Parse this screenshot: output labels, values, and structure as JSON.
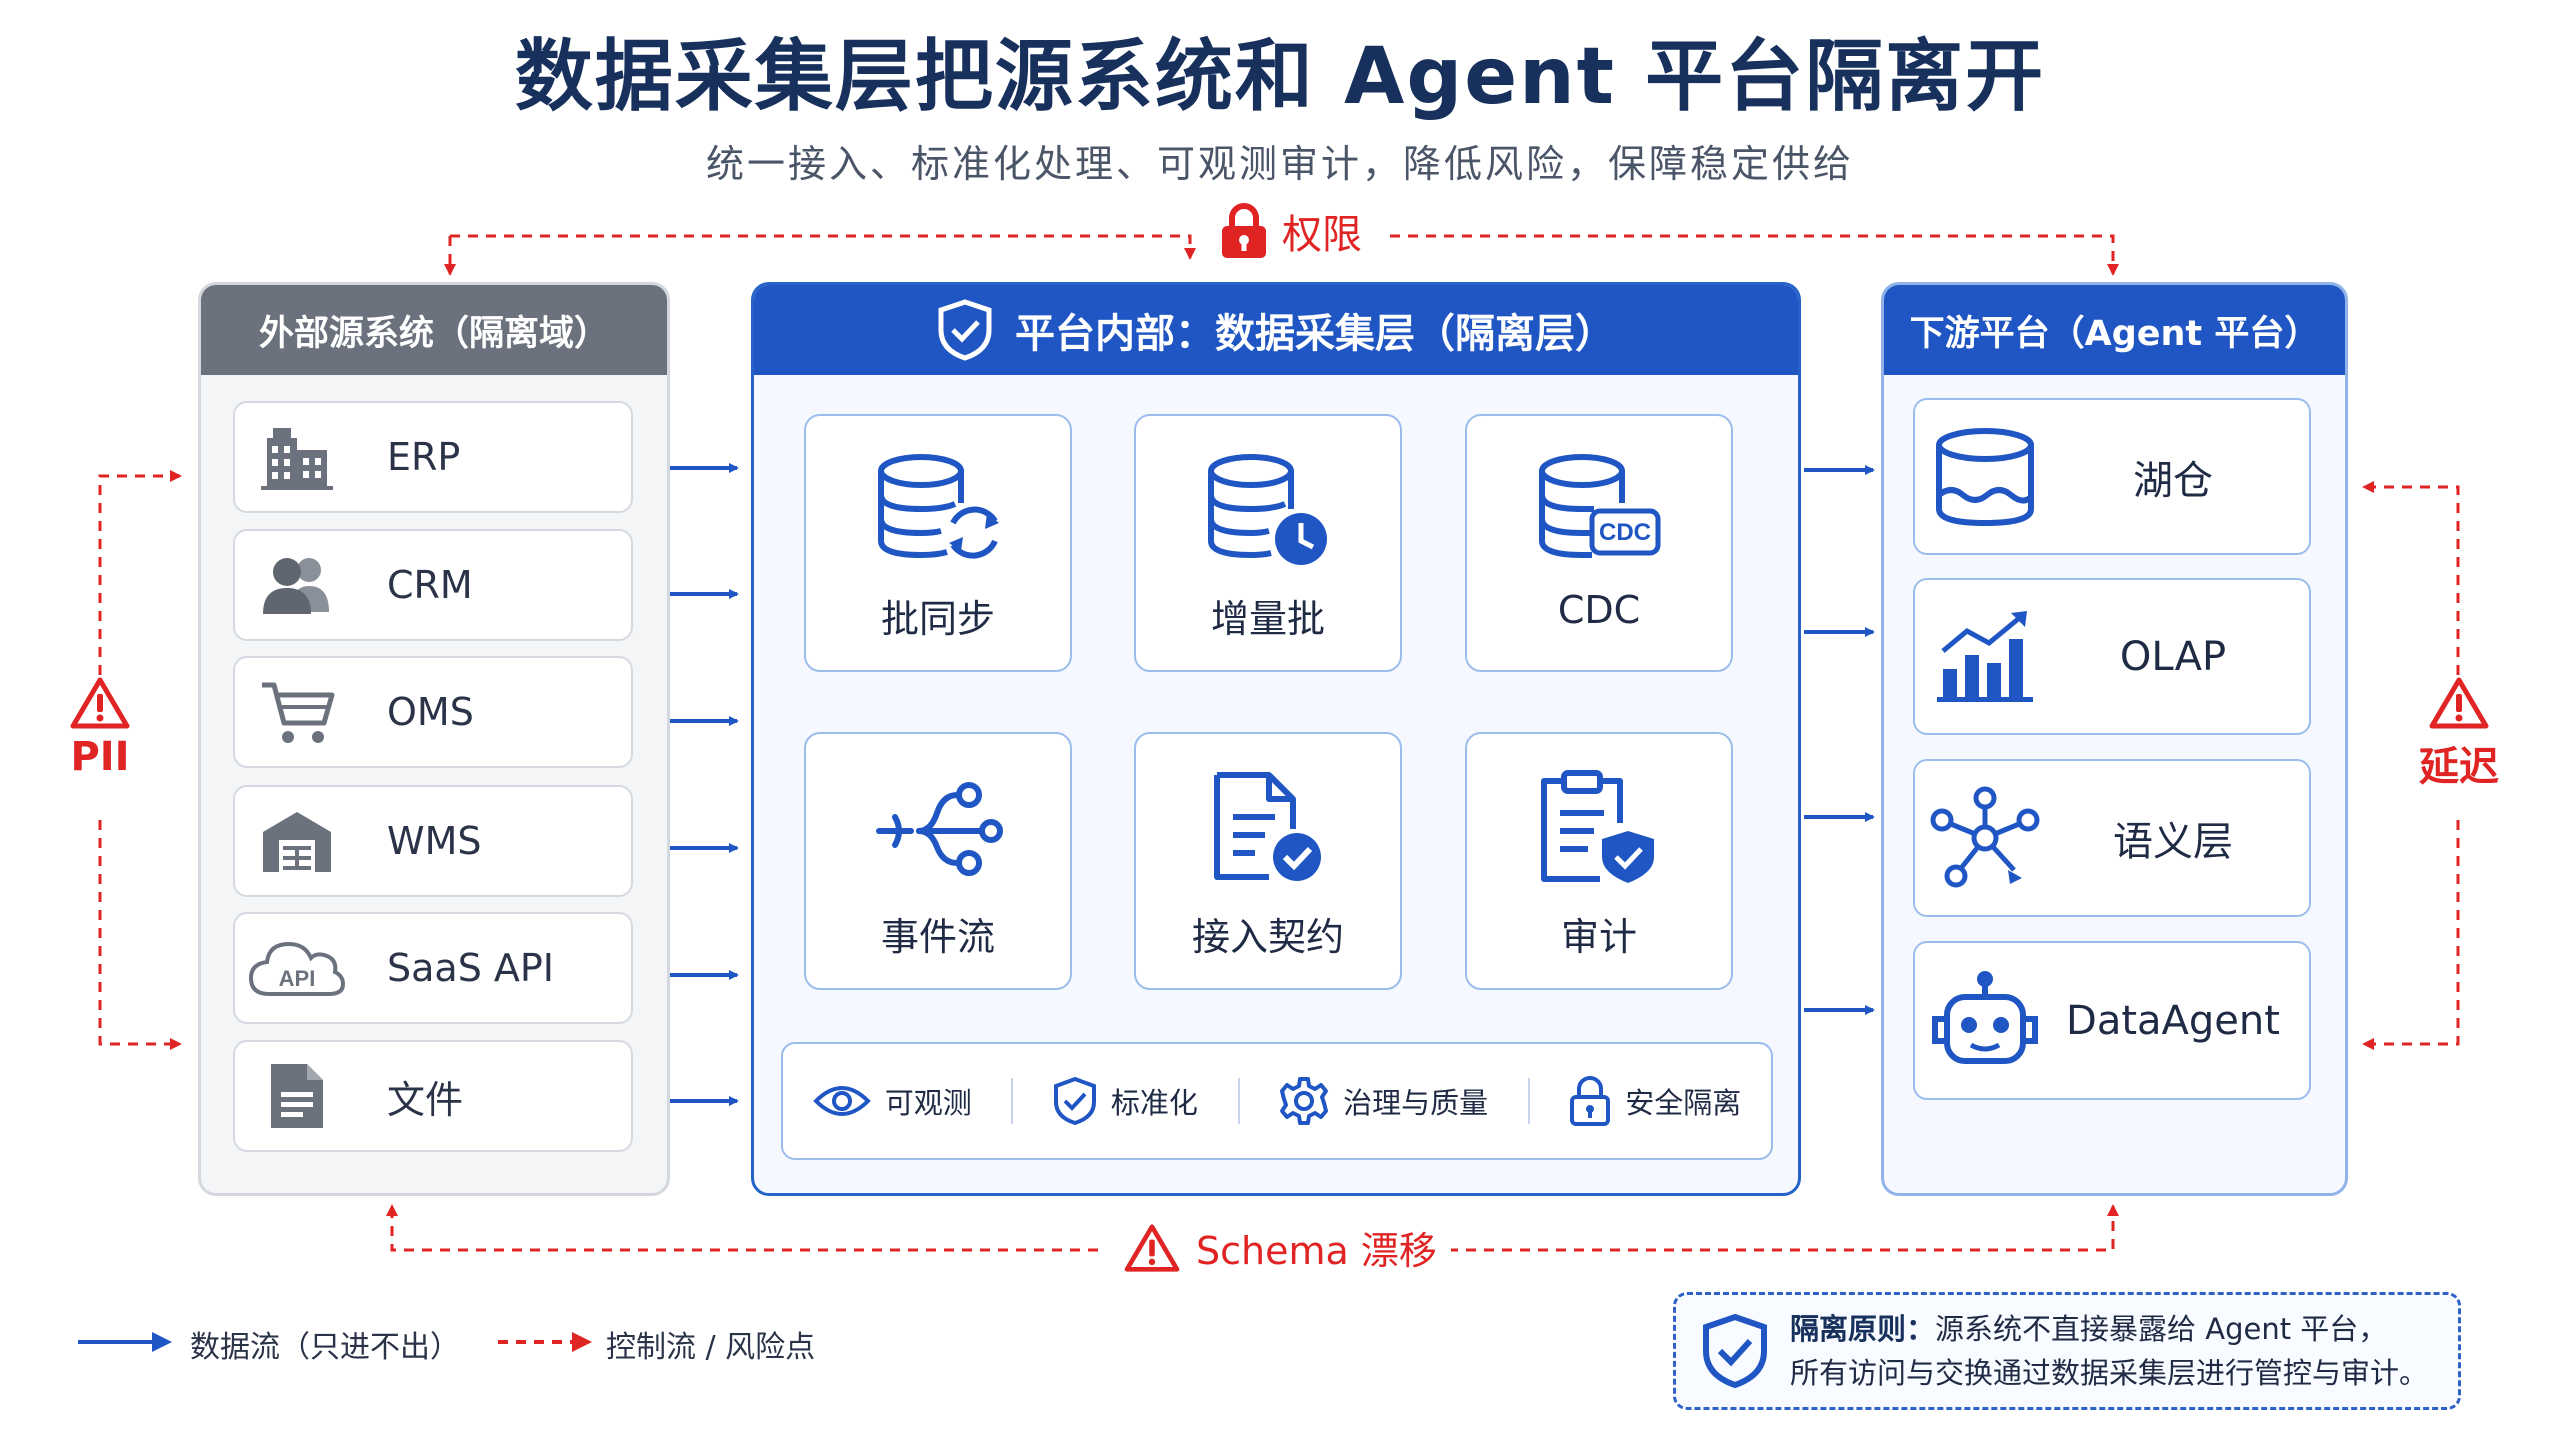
{
  "title": "数据采集层把源系统和 Agent 平台隔离开",
  "subtitle": "统一接入、标准化处理、可观测审计，降低风险，保障稳定供给",
  "top_risk": "权限",
  "bottom_risk": "Schema 漂移",
  "left_risk": "PII",
  "right_risk": "延迟",
  "left_panel": {
    "title": "外部源系统（隔离域）",
    "items": [
      {
        "label": "ERP",
        "icon": "building-icon"
      },
      {
        "label": "CRM",
        "icon": "users-icon"
      },
      {
        "label": "OMS",
        "icon": "cart-icon"
      },
      {
        "label": "WMS",
        "icon": "warehouse-icon"
      },
      {
        "label": "SaaS API",
        "icon": "api-cloud-icon"
      },
      {
        "label": "文件",
        "icon": "document-icon"
      }
    ]
  },
  "center_panel": {
    "title": "平台内部：数据采集层（隔离层）",
    "modules": [
      {
        "label": "批同步",
        "icon": "database-sync-icon"
      },
      {
        "label": "增量批",
        "icon": "database-clock-icon"
      },
      {
        "label": "CDC",
        "icon": "database-cdc-icon"
      },
      {
        "label": "事件流",
        "icon": "event-stream-icon"
      },
      {
        "label": "接入契约",
        "icon": "contract-check-icon"
      },
      {
        "label": "审计",
        "icon": "audit-clipboard-icon"
      }
    ],
    "features": [
      {
        "label": "可观测",
        "icon": "eye-icon"
      },
      {
        "label": "标准化",
        "icon": "shield-check-icon"
      },
      {
        "label": "治理与质量",
        "icon": "gear-icon"
      },
      {
        "label": "安全隔离",
        "icon": "lock-icon"
      }
    ]
  },
  "right_panel": {
    "title": "下游平台（Agent 平台）",
    "items": [
      {
        "label": "湖仓",
        "icon": "lakehouse-icon"
      },
      {
        "label": "OLAP",
        "icon": "bar-chart-icon"
      },
      {
        "label": "语义层",
        "icon": "graph-icon"
      },
      {
        "label": "DataAgent",
        "icon": "robot-icon"
      }
    ]
  },
  "legend": {
    "data_flow": "数据流（只进不出）",
    "control_flow": "控制流 / 风险点"
  },
  "principle": {
    "title": "隔离原则：",
    "line1": "源系统不直接暴露给 Agent 平台，",
    "line2": "所有访问与交换通过数据采集层进行管控与审计。"
  },
  "colors": {
    "primary_blue": "#1f56c4",
    "risk_red": "#e02424",
    "left_header_gray": "#6b727d",
    "title_navy": "#17305c"
  }
}
